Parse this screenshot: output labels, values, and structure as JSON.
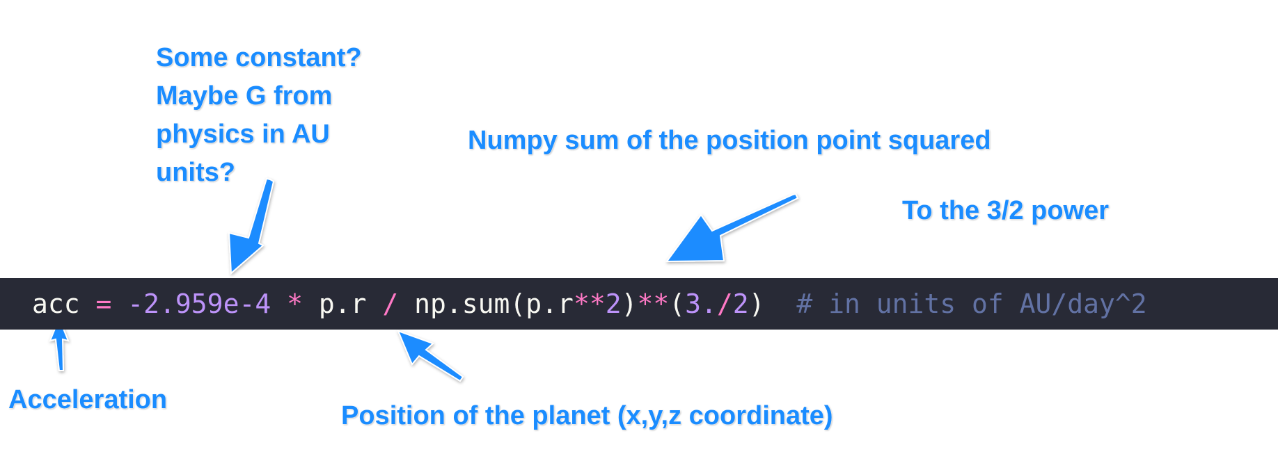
{
  "colors": {
    "annotation": "#1a8cff",
    "code_background": "#282a36",
    "code_plain": "#f8f8f2",
    "code_operator": "#ff79c6",
    "code_number": "#bd93f9",
    "code_comment": "#6272a4"
  },
  "annotations": {
    "constant": {
      "line1": "Some constant?",
      "line2": "Maybe G from",
      "line3": "physics in AU",
      "line4": "units?"
    },
    "numpy_sum": "Numpy sum of the position point squared",
    "power": "To the 3/2 power",
    "acceleration": "Acceleration",
    "position": "Position of the planet (x,y,z coordinate)"
  },
  "code": {
    "tokens": [
      {
        "text": "acc ",
        "kind": "plain"
      },
      {
        "text": "=",
        "kind": "op"
      },
      {
        "text": " ",
        "kind": "plain"
      },
      {
        "text": "-2.959e-4",
        "kind": "num"
      },
      {
        "text": " ",
        "kind": "plain"
      },
      {
        "text": "*",
        "kind": "op"
      },
      {
        "text": " p.r ",
        "kind": "plain"
      },
      {
        "text": "/",
        "kind": "op"
      },
      {
        "text": " np.sum(p.r",
        "kind": "plain"
      },
      {
        "text": "**",
        "kind": "op"
      },
      {
        "text": "2",
        "kind": "num"
      },
      {
        "text": ")",
        "kind": "plain"
      },
      {
        "text": "**",
        "kind": "op"
      },
      {
        "text": "(",
        "kind": "plain"
      },
      {
        "text": "3.",
        "kind": "num"
      },
      {
        "text": "/",
        "kind": "op"
      },
      {
        "text": "2",
        "kind": "num"
      },
      {
        "text": ")",
        "kind": "plain"
      },
      {
        "text": "  # in units of AU/day^2",
        "kind": "com"
      }
    ]
  }
}
